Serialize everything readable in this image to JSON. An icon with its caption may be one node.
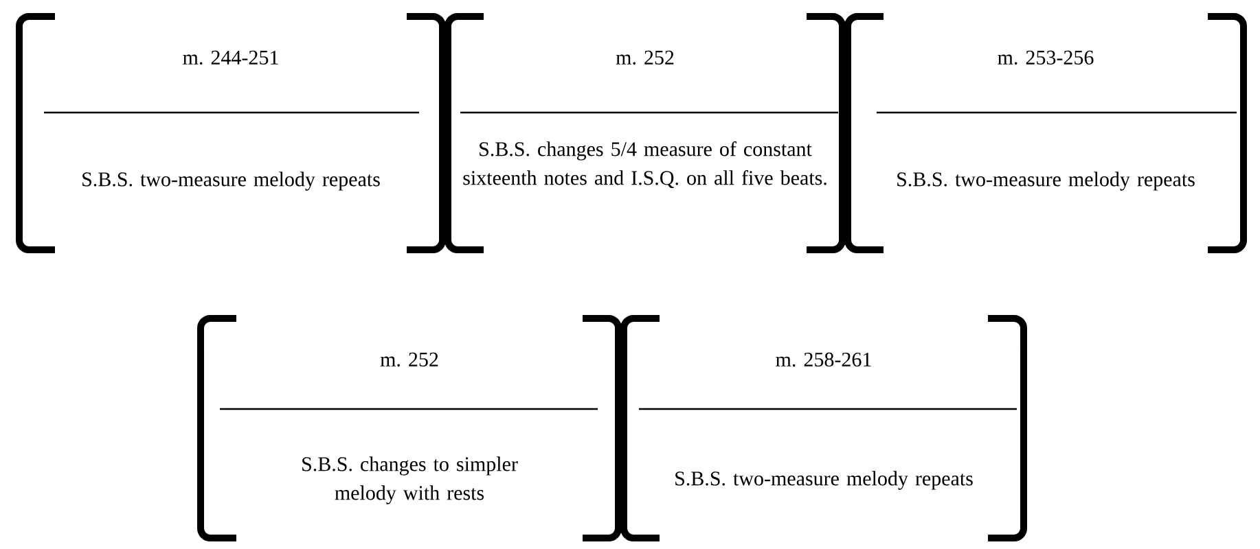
{
  "diagram": {
    "nodes": [
      {
        "text": [
          "m. 244-251",
          "S.B.S. two-measure melody repeats"
        ]
      },
      {
        "text": [
          "m. 252",
          "S.B.S. changes 5/4 measure of constant sixteenth notes and I.S.Q. on all five beats."
        ]
      },
      {
        "text": [
          "m. 253-256",
          "S.B.S. two-measure melody repeats"
        ]
      },
      {
        "text": [
          "m. 252",
          "S.B.S. changes to simpler melody with rests"
        ]
      },
      {
        "text": [
          "m. 258-261",
          "S.B.S. two-measure melody repeats"
        ]
      }
    ]
  }
}
